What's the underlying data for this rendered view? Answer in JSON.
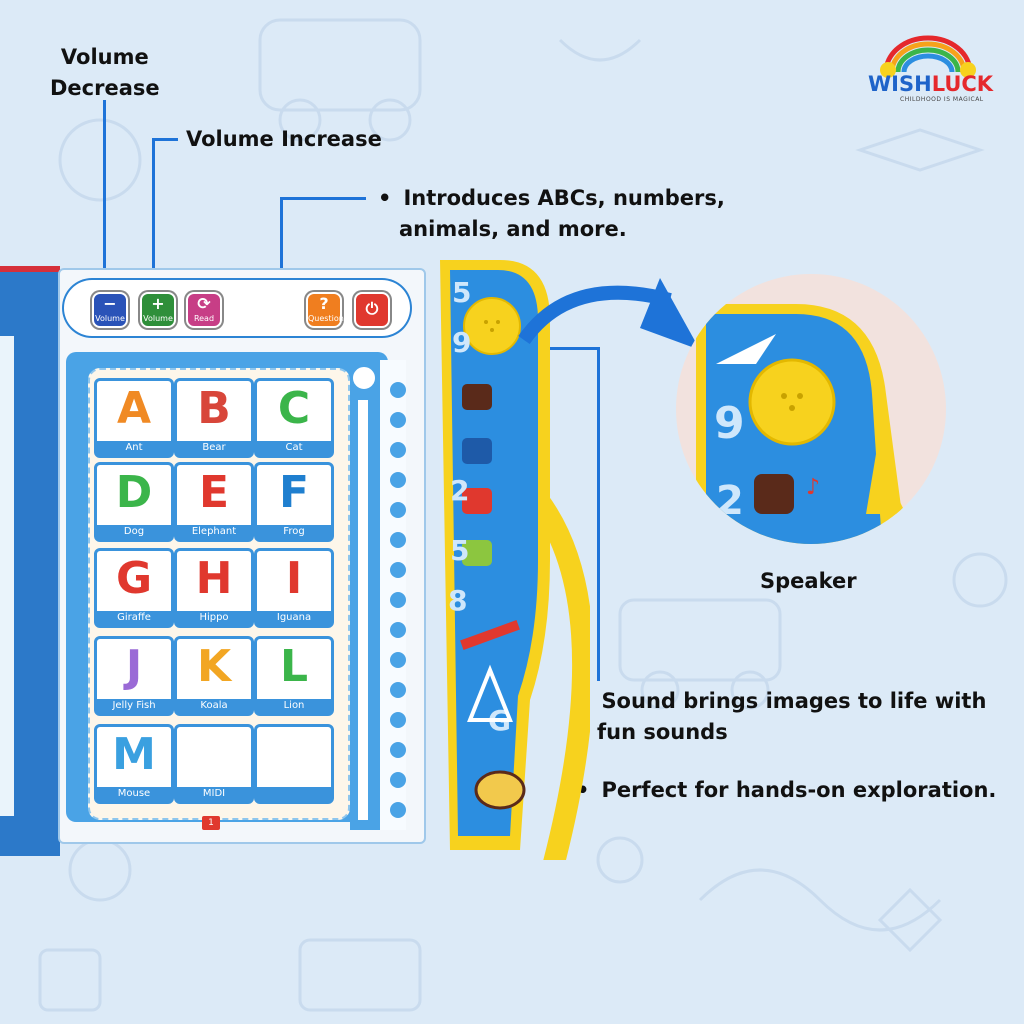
{
  "brand": {
    "name_part1": "WISH",
    "name_part2": "LUCK",
    "tagline": "CHILDHOOD IS MAGICAL"
  },
  "callouts": {
    "volume_decrease_line1": "Volume",
    "volume_decrease_line2": "Decrease",
    "volume_increase": "Volume Increase",
    "intro_line1": "Introduces ABCs, numbers,",
    "intro_line2": "animals, and more.",
    "speaker": "Speaker",
    "sound_line1": "Sound brings images to life with",
    "sound_line2": "fun sounds",
    "perfect": "Perfect for hands-on exploration."
  },
  "toolbar": {
    "volume_minus_symbol": "−",
    "volume_minus_label": "Volume",
    "volume_plus_symbol": "+",
    "volume_plus_label": "Volume",
    "read_symbol": "⟳",
    "read_label": "Read",
    "question_symbol": "?",
    "question_label": "Question",
    "power_symbol": "⏻"
  },
  "cards": [
    {
      "letter": "A",
      "name": "Ant",
      "color": "#f08a24"
    },
    {
      "letter": "B",
      "name": "Bear",
      "color": "#d8463a"
    },
    {
      "letter": "C",
      "name": "Cat",
      "color": "#3bb54a"
    },
    {
      "letter": "D",
      "name": "Dog",
      "color": "#3bb54a"
    },
    {
      "letter": "E",
      "name": "Elephant",
      "color": "#e0382e"
    },
    {
      "letter": "F",
      "name": "Frog",
      "color": "#1f7fcf"
    },
    {
      "letter": "G",
      "name": "Giraffe",
      "color": "#e0382e"
    },
    {
      "letter": "H",
      "name": "Hippo",
      "color": "#e0382e"
    },
    {
      "letter": "I",
      "name": "Iguana",
      "color": "#e0382e"
    },
    {
      "letter": "J",
      "name": "Jelly Fish",
      "color": "#9a6ad6"
    },
    {
      "letter": "K",
      "name": "Koala",
      "color": "#f2a623"
    },
    {
      "letter": "L",
      "name": "Lion",
      "color": "#3bb54a"
    },
    {
      "letter": "M",
      "name": "Mouse",
      "color": "#3aa0e0"
    },
    {
      "letter": "",
      "name": "MIDI",
      "color": "#e0382e"
    },
    {
      "letter": "",
      "name": "",
      "color": "#e0382e"
    }
  ],
  "page_number": "1",
  "spine_digits": [
    "5",
    "9",
    "2",
    "5",
    "8",
    "G"
  ],
  "zoom_digits": [
    "9",
    "2"
  ],
  "colors": {
    "accent_blue": "#1e73d8",
    "background": "#dceaf7",
    "spine_yellow": "#f7d21e",
    "spine_blue": "#2c8ee0"
  }
}
